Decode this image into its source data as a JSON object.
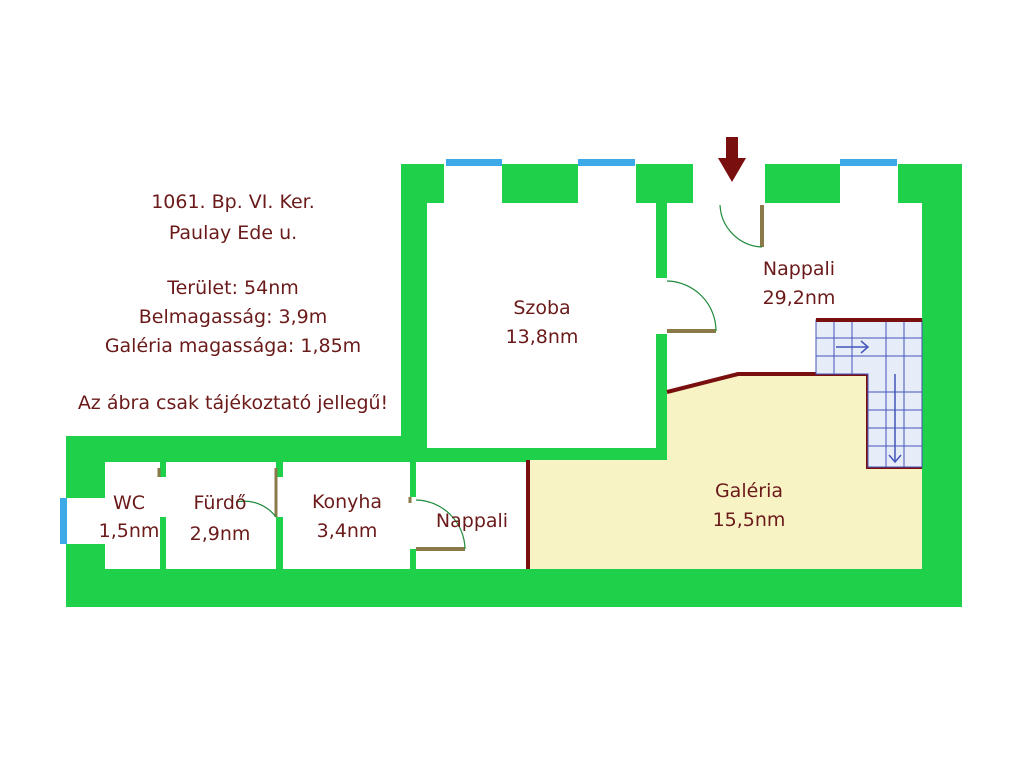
{
  "info": {
    "address_line1": "1061. Bp. VI. Ker.",
    "address_line2": "Paulay Ede u.",
    "area": "Terület: 54nm",
    "ceiling_height": "Belmagasság: 3,9m",
    "gallery_height": "Galéria magassága: 1,85m",
    "disclaimer": "Az ábra csak tájékoztató jellegű!"
  },
  "rooms": {
    "szoba": {
      "name": "Szoba",
      "area": "13,8nm"
    },
    "nappali": {
      "name": "Nappali",
      "area": "29,2nm"
    },
    "galeria": {
      "name": "Galéria",
      "area": "15,5nm"
    },
    "wc": {
      "name": "WC",
      "area": "1,5nm"
    },
    "furdo": {
      "name": "Fürdő",
      "area": "2,9nm"
    },
    "konyha": {
      "name": "Konyha",
      "area": "3,4nm"
    },
    "nappali_lower": {
      "name": "Nappali"
    }
  },
  "colors": {
    "wall": "#1ed04a",
    "text": "#6b1a1a",
    "gallery_fill": "#f8f3c4",
    "window": "#3da9e6",
    "stair_fill": "#e6ecf8",
    "stair_line": "#4455bb",
    "arrow": "#7a0f0f",
    "door": "#8a7a4a"
  }
}
